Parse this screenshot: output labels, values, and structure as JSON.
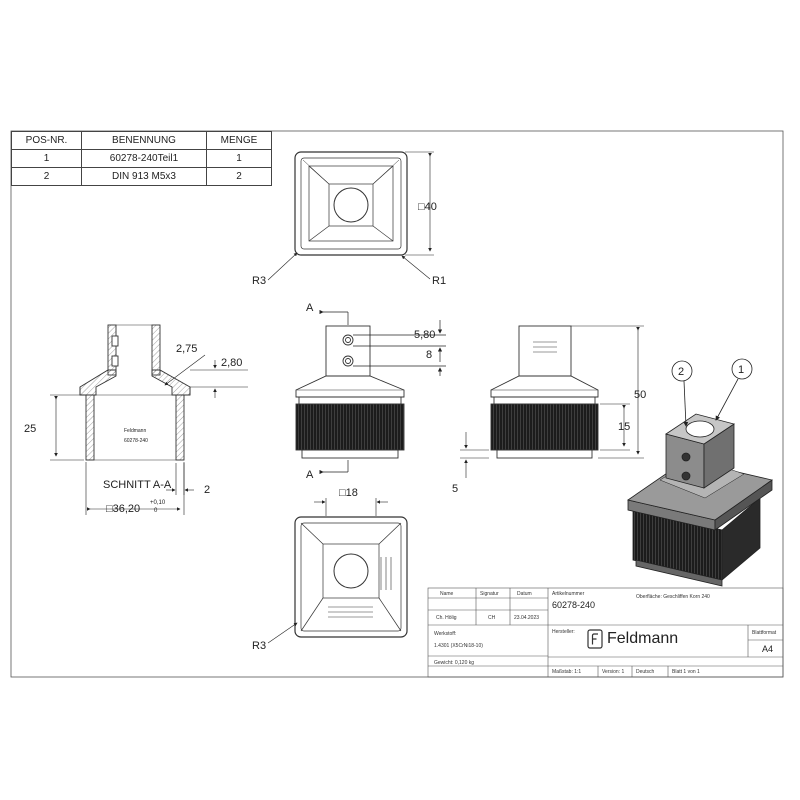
{
  "bom": {
    "headers": [
      "POS-NR.",
      "BENENNUNG",
      "MENGE"
    ],
    "rows": [
      [
        "1",
        "60278-240Teil1",
        "1"
      ],
      [
        "2",
        "DIN 913 M5x3",
        "2"
      ]
    ]
  },
  "dims": {
    "top_square": "□40",
    "r3_top": "R3",
    "r1": "R1",
    "wall": "2,75",
    "step": "2,80",
    "height_25": "25",
    "section_title": "SCHNITT A-A",
    "wall_2": "2",
    "inner_square": "□36,20",
    "tol_upper": "+0,10",
    "tol_lower": "0",
    "section_a_top": "A",
    "section_a_bottom": "A",
    "hole_580": "5,80",
    "hole_8": "8",
    "height_50": "50",
    "height_15": "15",
    "height_5": "5",
    "square_18": "□18",
    "r3_bottom": "R3",
    "balloon_1": "1",
    "balloon_2": "2",
    "part_text_1": "Feldmann",
    "part_text_2": "60278-240"
  },
  "titleblock": {
    "name_h": "Name",
    "sig_h": "Signatur",
    "date_h": "Datum",
    "name_v": "Ch. Hölig",
    "sig_v": "CH",
    "date_v": "23.04.2023",
    "article_h": "Artikelnummer",
    "article_v": "60278-240",
    "surface": "Oberfläche:  Geschliffen Korn 240",
    "material_h": "Werkstoff:",
    "material_v": "1.4301 (X5CrNi18-10)",
    "weight": "Gewicht: 0,120 kg",
    "maker": "Hersteller:",
    "logo": "Feldmann",
    "format_h": "Blattformat",
    "format_v": "A4",
    "scale": "Maßstab: 1:1",
    "version": "Version: 1",
    "lang": "Deutsch",
    "sheet": "Blatt 1 von 1"
  }
}
